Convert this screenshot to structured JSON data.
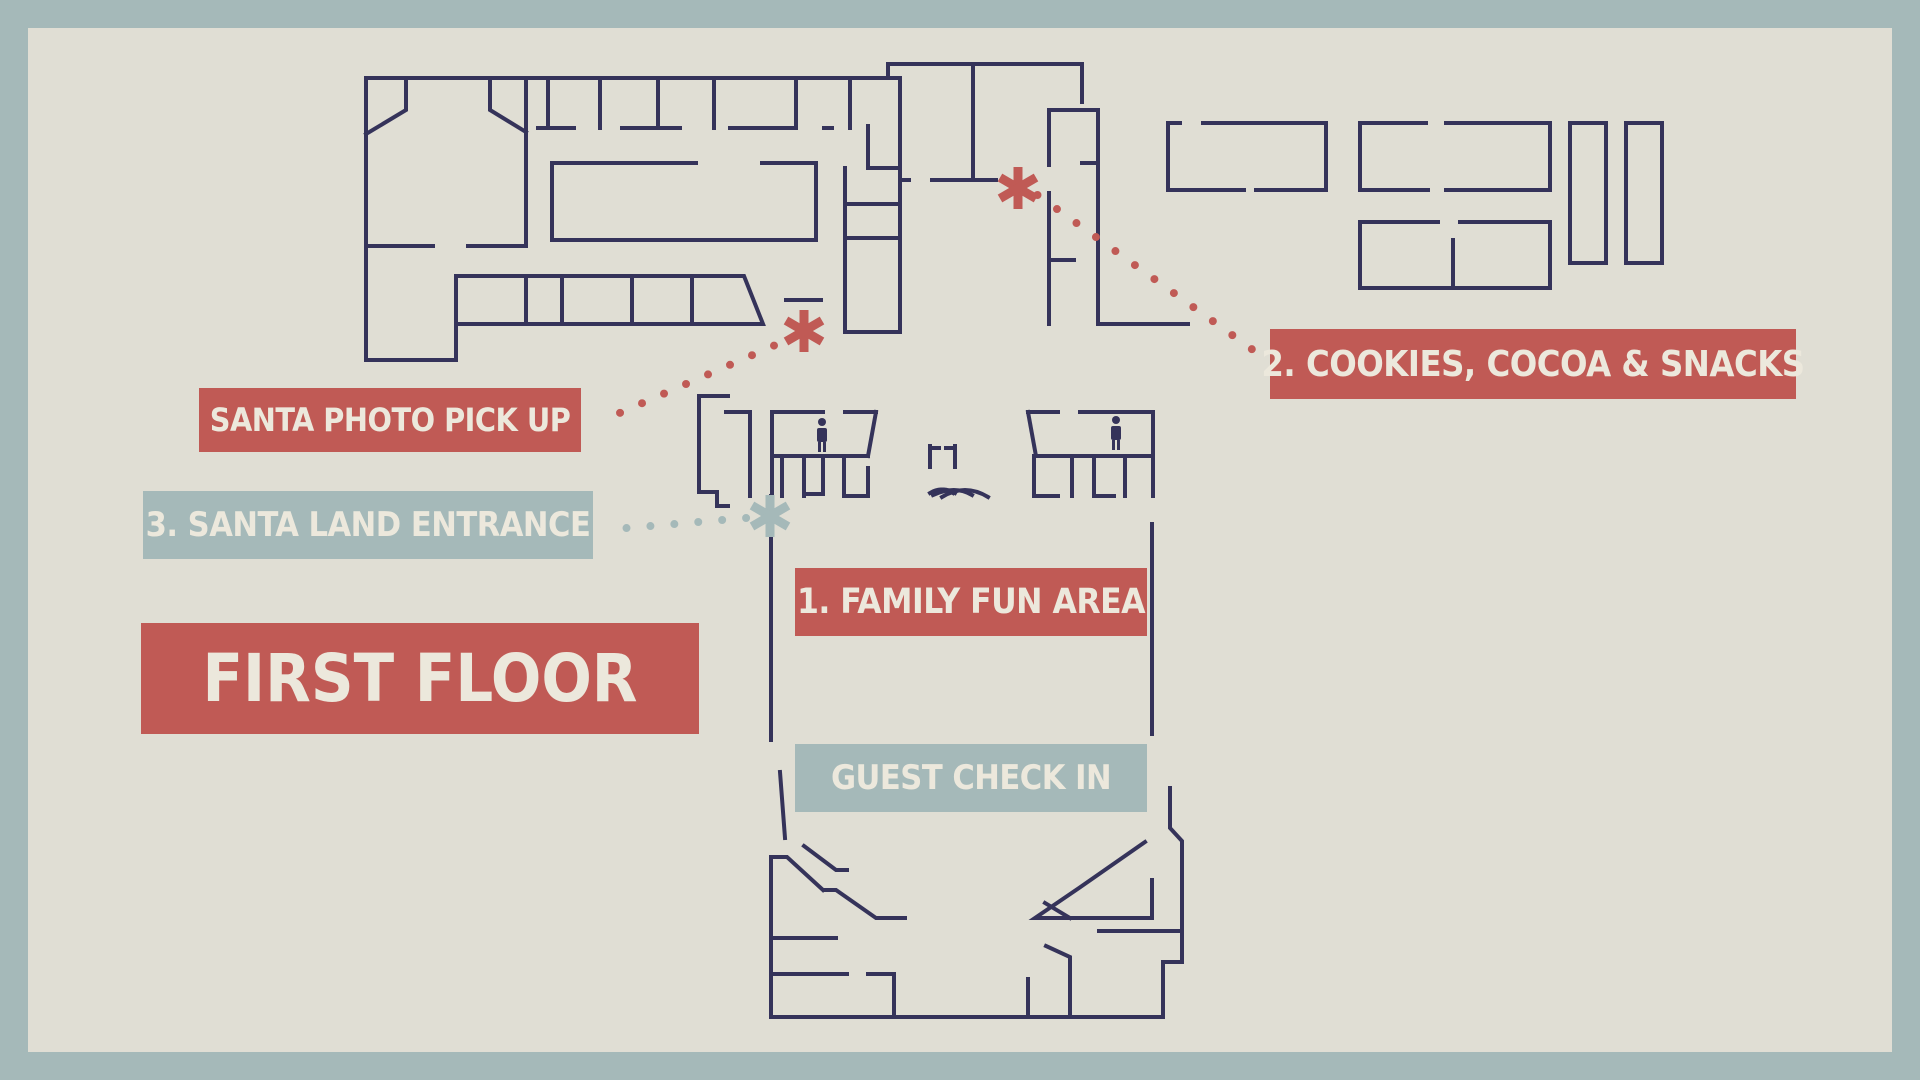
{
  "map": {
    "floor_title": "FIRST FLOOR",
    "locations": {
      "family_fun_area": "1. FAMILY FUN AREA",
      "cookies_cocoa_snacks": "2. COOKIES, COCOA & SNACKS",
      "santa_land_entrance": "3. SANTA LAND ENTRANCE",
      "santa_photo_pick_up": "SANTA PHOTO PICK UP",
      "guest_check_in": "GUEST CHECK IN"
    },
    "colors": {
      "frame": "#a5b9b9",
      "paper": "#e0ded4",
      "walls": "#35335a",
      "accent_red": "#c05a55",
      "accent_blue": "#a5b9b9",
      "label_text": "#ece8dc"
    },
    "icons": [
      "asterisk-marker-icon",
      "restroom-icon"
    ]
  }
}
